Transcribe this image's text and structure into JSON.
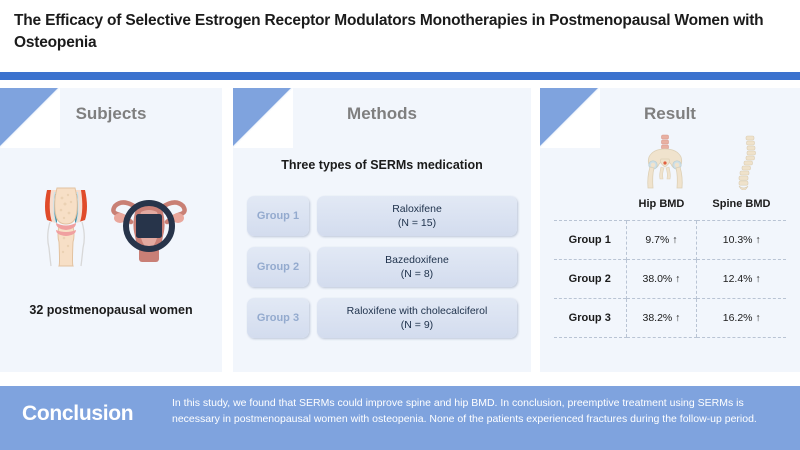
{
  "title": "The Efficacy of Selective Estrogen Receptor Modulators Monotherapies in Postmenopausal Women with Osteopenia",
  "accent_colors": {
    "rule": "#3B72CE",
    "panel_corner": "#7FA3DE",
    "panel_bg": "#F2F6FC",
    "conclusion_bar": "#7FA3DE",
    "heading_gray": "#7F7F7F",
    "chip_text": "#93AACE"
  },
  "panels": {
    "subjects": {
      "title": "Subjects",
      "caption": "32 postmenopausal women",
      "icons": [
        "knee-joint-illustration",
        "uterus-illustration"
      ]
    },
    "methods": {
      "title": "Methods",
      "subtitle": "Three types of SERMs medication",
      "rows": [
        {
          "group": "Group 1",
          "drug": "Raloxifene",
          "n": "(N = 15)"
        },
        {
          "group": "Group 2",
          "drug": "Bazedoxifene",
          "n": "(N = 8)"
        },
        {
          "group": "Group 3",
          "drug": "Raloxifene with cholecalciferol",
          "n": "(N = 9)"
        }
      ]
    },
    "result": {
      "title": "Result",
      "icons": [
        "pelvis-hip-illustration",
        "spine-illustration"
      ]
    }
  },
  "chart_data": {
    "type": "table",
    "title": "Result",
    "columns": [
      "",
      "Hip BMD",
      "Spine BMD"
    ],
    "rows": [
      {
        "label": "Group 1",
        "hip_bmd": "9.7% ↑",
        "spine_bmd": "10.3% ↑"
      },
      {
        "label": "Group 2",
        "hip_bmd": "38.0% ↑",
        "spine_bmd": "12.4% ↑"
      },
      {
        "label": "Group 3",
        "hip_bmd": "38.2% ↑",
        "spine_bmd": "16.2% ↑"
      }
    ],
    "values": {
      "hip_bmd": [
        9.7,
        38.0,
        38.2
      ],
      "spine_bmd": [
        10.3,
        12.4,
        16.2
      ]
    },
    "categories": [
      "Group 1",
      "Group 2",
      "Group 3"
    ],
    "series": [
      {
        "name": "Hip BMD",
        "values": [
          9.7,
          38.0,
          38.2
        ]
      },
      {
        "name": "Spine BMD",
        "values": [
          10.3,
          12.4,
          16.2
        ]
      }
    ],
    "unit": "% increase",
    "direction_marker": "↑",
    "grid": "dashed",
    "legend": "none"
  },
  "conclusion": {
    "label": "Conclusion",
    "text": "In this study, we found that SERMs could improve spine and hip BMD. In conclusion, preemptive treatment using SERMs is necessary in postmenopausal women with osteopenia. None of the patients experienced fractures during the follow-up period."
  }
}
